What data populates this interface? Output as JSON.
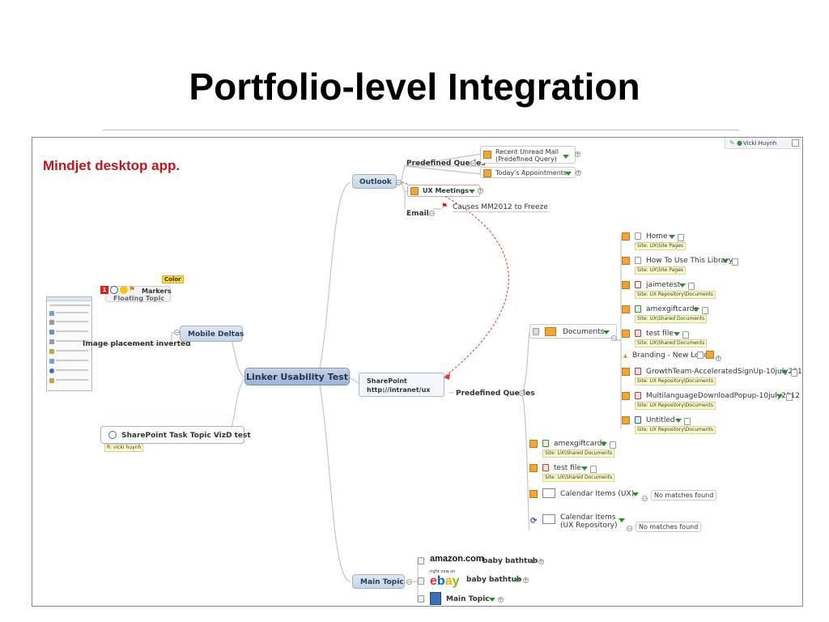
{
  "slide": {
    "title": "Portfolio-level Integration",
    "caption": "Mindjet desktop app."
  },
  "user": {
    "name": "Vicki Huynh"
  },
  "central": {
    "label": "Linker Usability Test"
  },
  "outlook": {
    "label": "Outlook",
    "predefined_queries": "Predefined Queries",
    "recent_unread_line1": "Recent Unread Mail",
    "recent_unread_line2": "(Predefined Query)",
    "todays_appointments": "Today's Appointments",
    "ux_meetings": "UX Meetings",
    "emails": "Emails",
    "causes_freeze": "Causes MM2012 to Freeze"
  },
  "floating": {
    "color_label": "Color",
    "markers_label": "Markers",
    "floating_topic": "Floating Topic",
    "badge_number": "1",
    "image_placement": "Image placement inverted",
    "mobile_deltas": "Mobile Deltas"
  },
  "sharepoint_task": {
    "label": "SharePoint Task Topic VizD test",
    "tag": "R: vicki huynh"
  },
  "sharepoint": {
    "line1": "SharePoint",
    "line2": "http://intranet/ux",
    "predefined_queries": "Predefined Queries",
    "documents": "Documents",
    "doc_items": [
      {
        "label": "Home",
        "tag": "Site: UX\\Site Pages"
      },
      {
        "label": "How To Use This Library",
        "tag": "Site: UX\\Site Pages"
      },
      {
        "label": "jaimetest",
        "tag": "Site: UX Repository\\Documents"
      },
      {
        "label": "amexgiftcards",
        "tag": "Site: UX\\Shared Documents"
      },
      {
        "label": "test file",
        "tag": "Site: UX\\Shared Documents"
      },
      {
        "label": "Branding - New Logo",
        "tag": ""
      },
      {
        "label": "GrowthTeam-AcceleratedSignUp-10july2012",
        "tag": "Site: UX Repository\\Documents"
      },
      {
        "label": "MultilanguageDownloadPopup-10july2012",
        "tag": "Site: UX Repository\\Documents"
      },
      {
        "label": "Untitled",
        "tag": "Site: UX Repository\\Documents"
      }
    ],
    "amex": {
      "label": "amexgiftcards",
      "tag": "Site: UX\\Shared Documents"
    },
    "testfile": {
      "label": "test file",
      "tag": "Site: UX\\Shared Documents"
    },
    "calendar_items": "Calendar Items (UX)",
    "calendar_repo_line1": "Calendar Items",
    "calendar_repo_line2": "(UX Repository)",
    "no_matches": "No matches found"
  },
  "main_topic": {
    "label": "Main Topic",
    "amazon_logo": "amazon.com",
    "amazon_label": "baby bathtub",
    "ebay_tagline": "right now on",
    "ebay_label": "baby bathtub",
    "main_topic_child": "Main Topic"
  },
  "colors": {
    "caption": "#c0151b",
    "accent_blue": "#9cb3d1",
    "tag_yellow": "#ffffcc",
    "arrow_red": "#e03a3a"
  }
}
